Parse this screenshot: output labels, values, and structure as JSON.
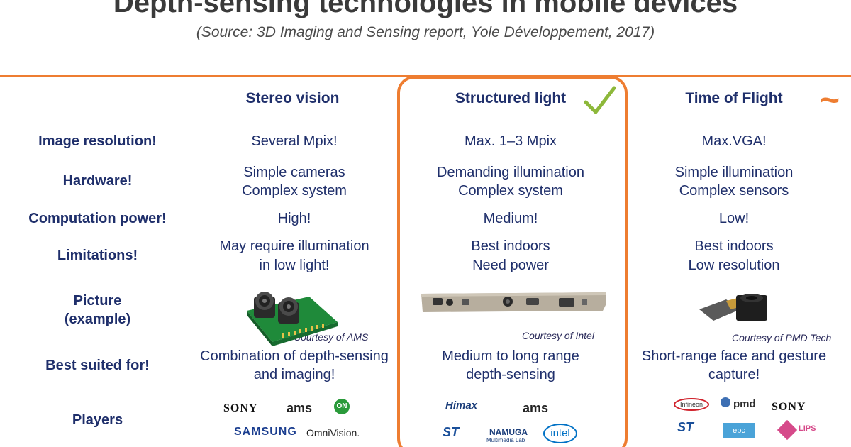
{
  "title": "Depth-sensing technologies in mobile devices",
  "subtitle": "(Source: 3D Imaging and Sensing report, Yole Développement, 2017)",
  "columns": {
    "stereo": "Stereo vision",
    "structured": "Structured light",
    "tof": "Time of Flight"
  },
  "rows": {
    "resolution": "Image resolution!",
    "hardware": "Hardware!",
    "computation": "Computation power!",
    "limitations": "Limitations!",
    "picture_1": "Picture",
    "picture_2": "(example)",
    "best": "Best suited for!",
    "players": "Players"
  },
  "stereo": {
    "resolution": "Several Mpix!",
    "hardware_1": "Simple cameras",
    "hardware_2": "Complex system",
    "computation": "High!",
    "limitations_1": "May require illumination",
    "limitations_2": "in low light!",
    "courtesy": "Courtesy of AMS",
    "best_1": "Combination of depth-sensing",
    "best_2": "and imaging!"
  },
  "structured": {
    "resolution": "Max. 1–3 Mpix",
    "hardware_1": "Demanding illumination",
    "hardware_2": "Complex system",
    "computation": "Medium!",
    "limitations_1": "Best indoors",
    "limitations_2": "Need power",
    "courtesy": "Courtesy of Intel",
    "best_1": "Medium to long range",
    "best_2": "depth-sensing"
  },
  "tof": {
    "resolution": "Max.VGA!",
    "hardware_1": "Simple illumination",
    "hardware_2": "Complex sensors",
    "computation": "Low!",
    "limitations_1": "Best indoors",
    "limitations_2": "Low resolution",
    "courtesy": "Courtesy of PMD Tech",
    "best_1": "Short-range face and gesture",
    "best_2": "capture!"
  },
  "logos": {
    "sony": "SONY",
    "ams": "ams",
    "on": "ON",
    "samsung": "SAMSUNG",
    "omnivision": "OmniVision.",
    "himax": "Himax",
    "ams2": "ams",
    "st": "ST",
    "namuga_1": "NAMUGA",
    "namuga_2": "Multimedia Lab",
    "intel": "intel",
    "infineon": "Infineon",
    "pmd": "pmd",
    "sony2": "SONY",
    "st2": "ST",
    "epc": "epc",
    "lips": "LIPS"
  },
  "colors": {
    "accent": "#ee7d31",
    "navy": "#1f2f6b",
    "check": "#8db83a"
  }
}
